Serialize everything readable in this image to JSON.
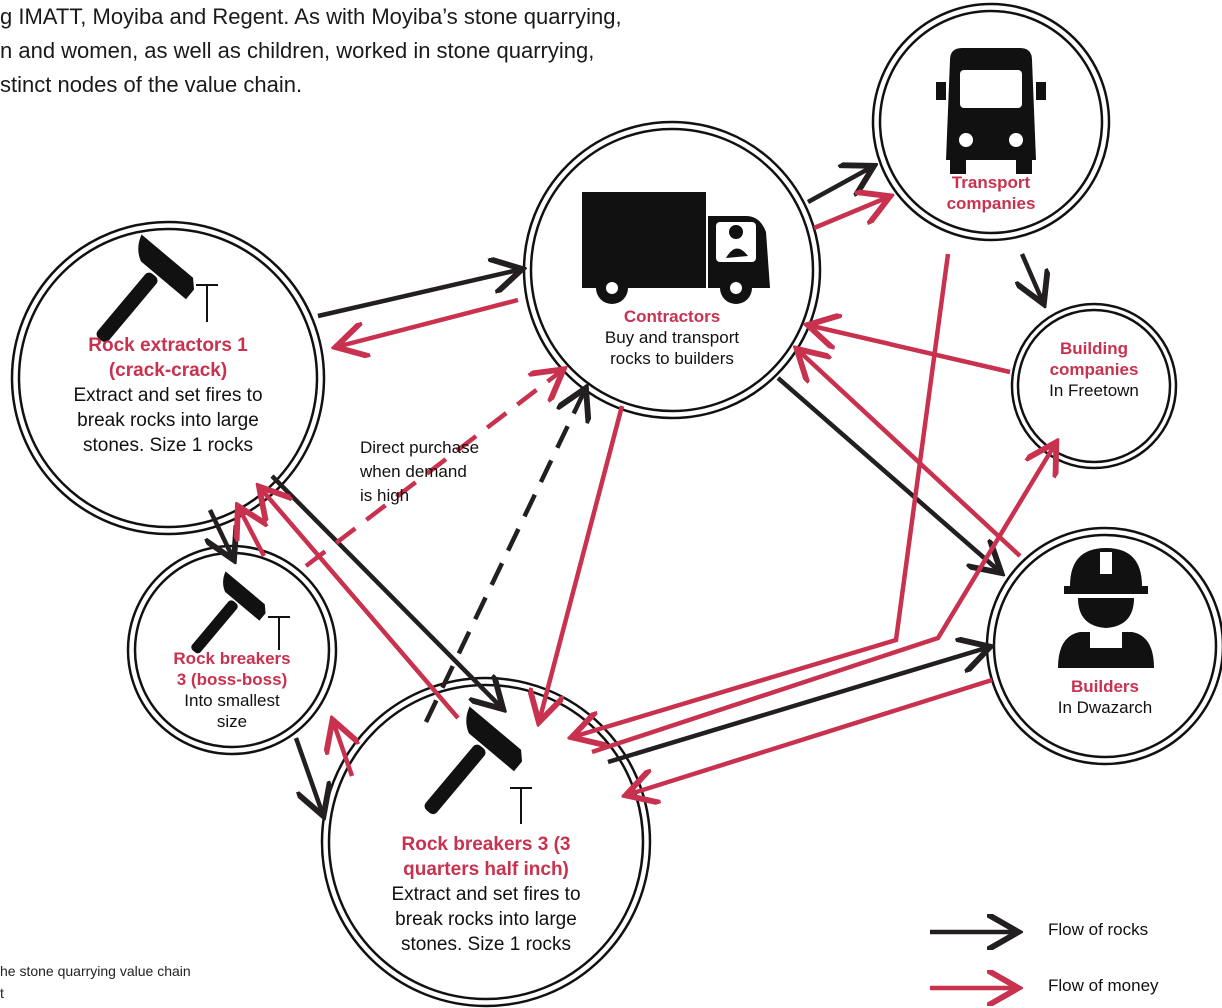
{
  "intro_lines": [
    "g IMATT, Moyiba and Regent. As with Moyiba’s stone quarrying,",
    "n and women, as well as children, worked in stone quarrying,",
    "stinct nodes of the value chain."
  ],
  "nodes": {
    "rock_extractors": {
      "title_lines": [
        "Rock extractors 1",
        "(crack-crack)"
      ],
      "desc_lines": [
        "Extract and set fires to",
        "break rocks into large",
        "stones. Size 1 rocks"
      ]
    },
    "contractors": {
      "title_lines": [
        "Contractors"
      ],
      "desc_lines": [
        "Buy and transport",
        "rocks to builders"
      ]
    },
    "transport": {
      "title_lines": [
        "Transport",
        "companies"
      ],
      "desc_lines": []
    },
    "building_companies": {
      "title_lines": [
        "Building",
        "companies"
      ],
      "desc_lines": [
        "In Freetown"
      ]
    },
    "builders": {
      "title_lines": [
        "Builders"
      ],
      "desc_lines": [
        "In Dwazarch"
      ]
    },
    "boss_boss": {
      "title_lines": [
        "Rock breakers",
        "3 (boss-boss)"
      ],
      "desc_lines": [
        "Into smallest",
        "size"
      ]
    },
    "three_quarters": {
      "title_lines": [
        "Rock breakers 3 (3",
        "quarters half inch)"
      ],
      "desc_lines": [
        "Extract and set fires to",
        "break rocks into large",
        "stones. Size 1 rocks"
      ]
    }
  },
  "note_lines": [
    "Direct purchase",
    "when demand",
    "is high"
  ],
  "legend": {
    "rocks_label": "Flow of rocks",
    "money_label": "Flow of money"
  },
  "caption_lines": [
    "he stone quarrying value chain",
    "t"
  ],
  "colors": {
    "rocks": "#231f20",
    "money": "#c8324f"
  }
}
